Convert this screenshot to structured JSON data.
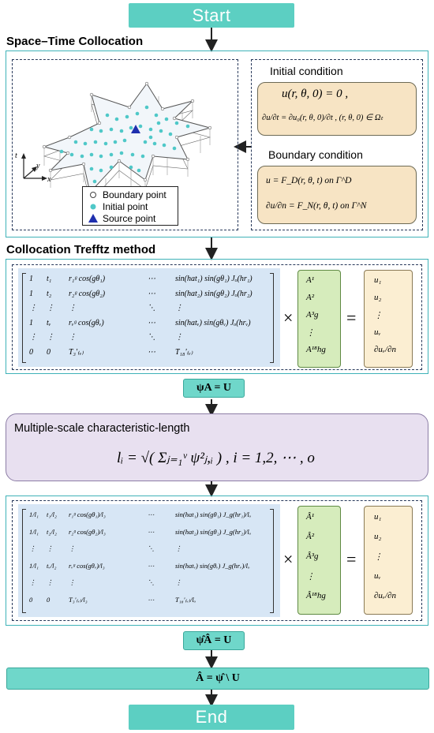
{
  "start_label": "Start",
  "end_label": "End",
  "section1": {
    "title": "Space–Time Collocation",
    "initial_condition_label": "Initial condition",
    "boundary_condition_label": "Boundary condition",
    "legend": [
      "Boundary point",
      "Initial point",
      "Source point"
    ],
    "axes": {
      "t": "t",
      "y": "y",
      "x": "x"
    },
    "ic_eq1": "u(r, θ, 0) = 0 ,",
    "ic_eq2": "∂u/∂t = ∂u₀(r, θ, 0)/∂t , (r, θ, 0) ∈ Ωₜ",
    "bc_eq1": "u = F_D(r, θ, t)   on   Γ^D",
    "bc_eq2": "∂u/∂n = F_N(r, θ, t)   on   Γ^N"
  },
  "section2": {
    "title": "Collocation Trefftz method",
    "eq_button": "ψA = U",
    "matrix_rows": [
      [
        "1",
        "t₁",
        "r₁ᵍ cos(gθ₁)",
        "⋯",
        "sin(hat₁) sin(gθ₁) Jₒ(hr₁)"
      ],
      [
        "1",
        "t₂",
        "r₂ᵍ cos(gθ₂)",
        "⋯",
        "sin(hat₂) sin(gθ₂) Jₒ(hr₂)"
      ],
      [
        "⋮",
        "⋮",
        "⋮",
        "⋱",
        "⋮"
      ],
      [
        "1",
        "tᵥ",
        "rᵥᵍ cos(gθᵥ)",
        "⋯",
        "sin(hatᵥ) sin(gθᵥ) Jₒ(hrᵥ)"
      ],
      [
        "⋮",
        "⋮",
        "⋮",
        "⋱",
        "⋮"
      ],
      [
        "0",
        "0",
        "T₃'₍ᵥ₎",
        "⋯",
        "T₁₈'₍ᵥ₎"
      ]
    ],
    "vector_A": [
      "A¹",
      "A²",
      "A³g",
      "⋮",
      "A¹⁸hg"
    ],
    "vector_U": [
      "u₁",
      "u₂",
      "⋮",
      "uᵥ",
      "∂uᵥ/∂n"
    ],
    "times": "×",
    "equals": "="
  },
  "section3": {
    "title": "Multiple-scale characteristic-length",
    "formula": "lᵢ = √( Σⱼ₌₁ᵛ ψ²ⱼ,ᵢ ) , i = 1,2, ⋯ , o"
  },
  "section4": {
    "eq_button": "ψ̂Â = U",
    "matrix_rows": [
      [
        "1/l₁",
        "t₁/l₂",
        "r₁ᵍ cos(gθ₁)/l₃",
        "⋯",
        "sin(hat₁) sin(gθ₁) J_g(hr₁)/lₒ"
      ],
      [
        "1/l₁",
        "t₂/l₂",
        "r₂ᵍ cos(gθ₂)/l₃",
        "⋯",
        "sin(hat₂) sin(gθ₂) J_g(hr₂)/lₒ"
      ],
      [
        "⋮",
        "⋮",
        "⋮",
        "⋱",
        "⋮"
      ],
      [
        "1/l₁",
        "tᵥ/l₂",
        "rᵥᵍ cos(gθᵥ)/l₃",
        "⋯",
        "sin(hatᵥ) sin(gθᵥ) J_g(hrᵥ)/lₒ"
      ],
      [
        "⋮",
        "⋮",
        "⋮",
        "⋱",
        "⋮"
      ],
      [
        "0",
        "0",
        "T₃'₍ᵥ₎/l₃",
        "⋯",
        "T₁₈'₍ᵥ₎/lₒ"
      ]
    ],
    "vector_A": [
      "Â¹",
      "Â²",
      "Â³g",
      "⋮",
      "Â¹⁸hg"
    ],
    "vector_U": [
      "u₁",
      "u₂",
      "⋮",
      "uᵥ",
      "∂uᵥ/∂n"
    ],
    "times": "×",
    "equals": "="
  },
  "final_eq": "Â = ψ̂ \\ U"
}
